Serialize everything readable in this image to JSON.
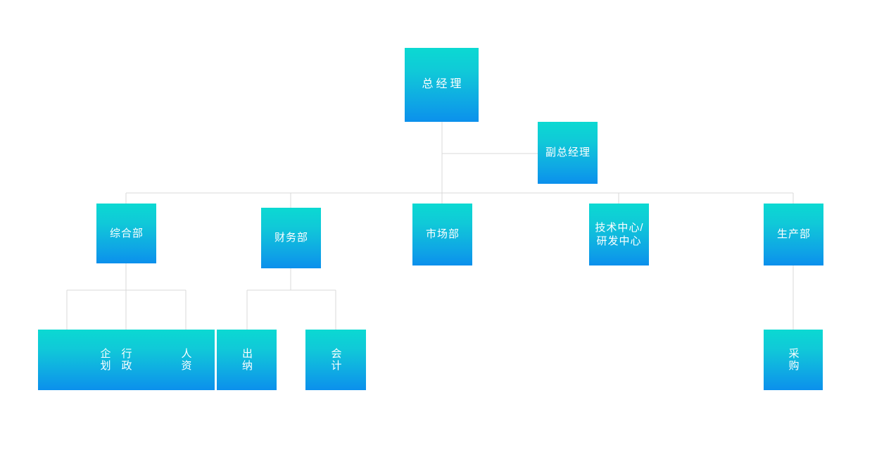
{
  "chart": {
    "type": "org-chart",
    "title": "",
    "background_color": "#ffffff",
    "node_gradient_from": "#0bd9d2",
    "node_gradient_to": "#0b90ec",
    "connector_color": "#d8d8d8",
    "text_color": "#ffffff"
  },
  "nodes": {
    "root": {
      "label": "总经理"
    },
    "deputy": {
      "label": "副总经理"
    },
    "departments": [
      {
        "label": "综合部"
      },
      {
        "label": "财务部"
      },
      {
        "label": "市场部"
      },
      {
        "label": "技术中心/\n研发中心"
      },
      {
        "label": "生产部"
      }
    ],
    "general_affairs_children": [
      {
        "label": "企划"
      },
      {
        "label": "行政"
      },
      {
        "label": "人资"
      }
    ],
    "finance_children": [
      {
        "label": "出纳"
      },
      {
        "label": "会计"
      }
    ],
    "production_children": [
      {
        "label": "采购"
      }
    ]
  }
}
